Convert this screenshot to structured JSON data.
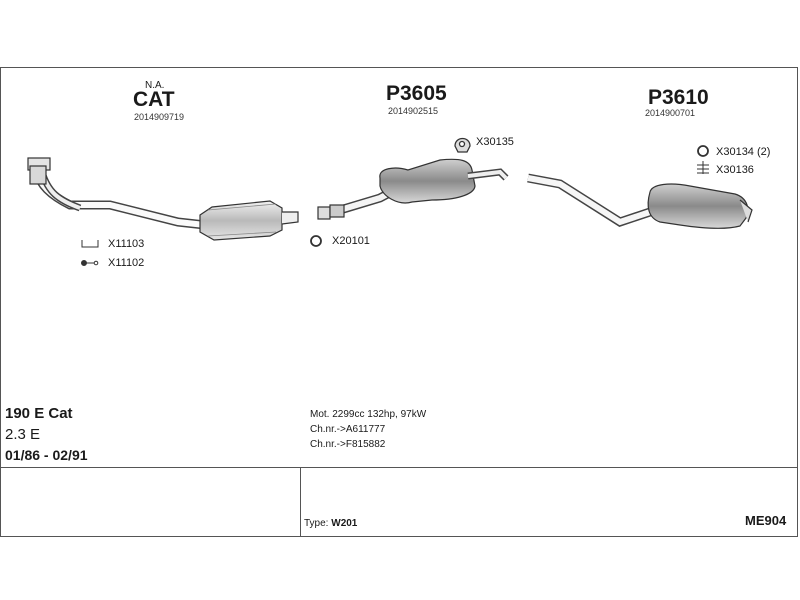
{
  "parts": {
    "cat": {
      "note": "N.A.",
      "name": "CAT",
      "code": "2014909719"
    },
    "mid": {
      "name": "P3605",
      "code": "2014902515"
    },
    "rear": {
      "name": "P3610",
      "code": "2014900701"
    }
  },
  "refs": {
    "x30135": "X30135",
    "x30134": "X30134 (2)",
    "x30136": "X30136",
    "x11103": "X11103",
    "x11102": "X11102",
    "x20101": "X20101"
  },
  "vehicle": {
    "model": "190 E Cat",
    "engine": "2.3 E",
    "years": "01/86 - 02/91"
  },
  "specs": {
    "mot": "Mot. 2299cc 132hp, 97kW",
    "chassis_from": "Ch.nr.->A611777",
    "chassis_to": "Ch.nr.->F815882",
    "type_label": "Type:",
    "type_value": "W201"
  },
  "diagram_code": "ME904"
}
